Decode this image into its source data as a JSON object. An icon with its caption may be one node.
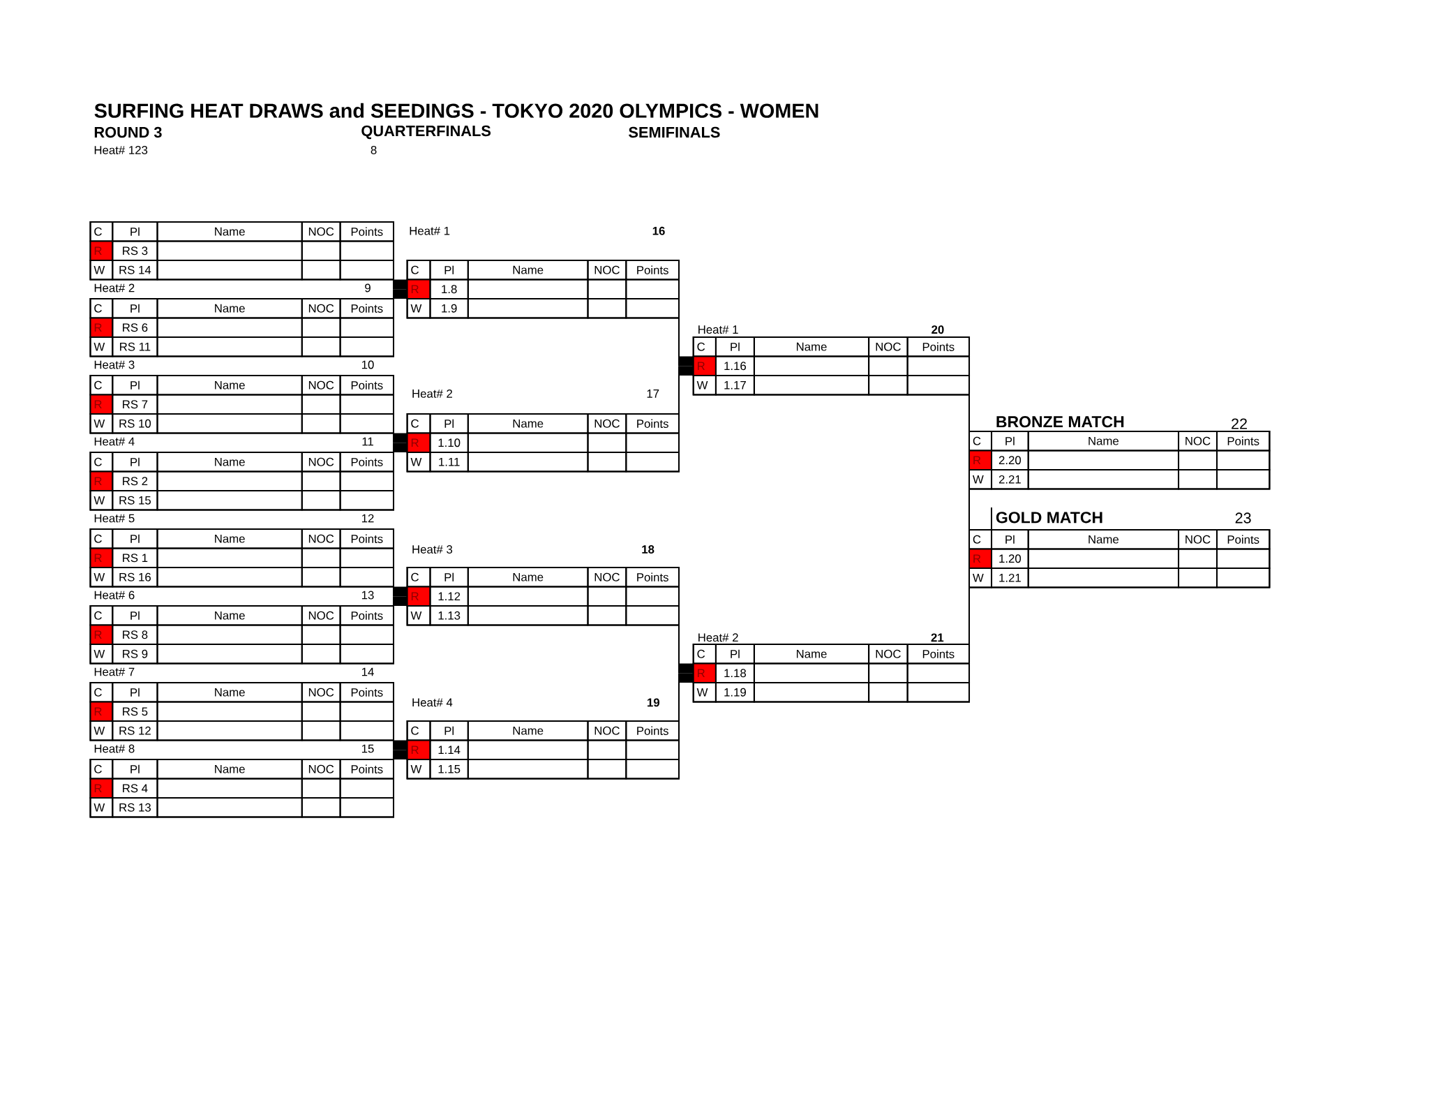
{
  "diagram": {
    "title": "SURFING HEAT DRAWS and SEEDINGS - TOKYO 2020 OLYMPICS - WOMEN",
    "nodes": [
      {
        "text": [
          "C",
          "Pl",
          "Name",
          "NOC",
          "Points",
          "R",
          "RS 3",
          "W",
          "RS 14"
        ]
      },
      {
        "text": [
          "Heat# 2",
          "9",
          "C",
          "Pl",
          "Name",
          "NOC",
          "Points",
          "R",
          "RS 6",
          "W",
          "RS 11"
        ]
      },
      {
        "text": [
          "Heat# 3",
          "10",
          "C",
          "Pl",
          "Name",
          "NOC",
          "Points",
          "R",
          "RS 7",
          "W",
          "RS 10"
        ]
      },
      {
        "text": [
          "Heat# 4",
          "11",
          "C",
          "Pl",
          "Name",
          "NOC",
          "Points",
          "R",
          "RS 2",
          "W",
          "RS 15"
        ]
      },
      {
        "text": [
          "Heat# 5",
          "12",
          "C",
          "Pl",
          "Name",
          "NOC",
          "Points",
          "R",
          "RS 1",
          "W",
          "RS 16"
        ]
      },
      {
        "text": [
          "Heat# 6",
          "13",
          "C",
          "Pl",
          "Name",
          "NOC",
          "Points",
          "R",
          "RS 8",
          "W",
          "RS 9"
        ]
      },
      {
        "text": [
          "Heat# 7",
          "14",
          "C",
          "Pl",
          "Name",
          "NOC",
          "Points",
          "R",
          "RS 5",
          "W",
          "RS 12"
        ]
      },
      {
        "text": [
          "Heat# 8",
          "15",
          "C",
          "Pl",
          "Name",
          "NOC",
          "Points",
          "R",
          "RS 4",
          "W",
          "RS 13"
        ]
      },
      {
        "text": [
          "Heat# 1",
          "16",
          "C",
          "Pl",
          "Name",
          "NOC",
          "Points",
          "R",
          "1.8",
          "W",
          "1.9"
        ]
      },
      {
        "text": [
          "Heat# 2",
          "17",
          "C",
          "Pl",
          "Name",
          "NOC",
          "Points",
          "R",
          "1.10",
          "W",
          "1.11"
        ]
      },
      {
        "text": [
          "Heat# 3",
          "18",
          "C",
          "Pl",
          "Name",
          "NOC",
          "Points",
          "R",
          "1.12",
          "W",
          "1.13"
        ]
      },
      {
        "text": [
          "Heat# 4",
          "19",
          "C",
          "Pl",
          "Name",
          "NOC",
          "Points",
          "R",
          "1.14",
          "W",
          "1.15"
        ]
      },
      {
        "text": [
          "Heat# 1",
          "20",
          "C",
          "Pl",
          "Name",
          "NOC",
          "Points",
          "R",
          "1.16",
          "W",
          "1.17"
        ]
      },
      {
        "text": [
          "Heat# 2",
          "21",
          "C",
          "Pl",
          "Name",
          "NOC",
          "Points",
          "R",
          "1.18",
          "W",
          "1.19"
        ]
      },
      {
        "text": [
          "BRONZE MATCH",
          "22",
          "C",
          "Pl",
          "Name",
          "NOC",
          "Points",
          "R",
          "2.20",
          "W",
          "2.21"
        ]
      },
      {
        "text": [
          "GOLD MATCH",
          "23",
          "C",
          "Pl",
          "Name",
          "NOC",
          "Points",
          "R",
          "1.20",
          "W",
          "1.21"
        ]
      }
    ],
    "edges": [
      {
        "from": 0,
        "to": 8,
        "arrow": "other"
      },
      {
        "from": 1,
        "to": 8,
        "arrow": "other"
      },
      {
        "from": 2,
        "to": 9,
        "arrow": "other"
      },
      {
        "from": 3,
        "to": 9,
        "arrow": "other"
      },
      {
        "from": 4,
        "to": 10,
        "arrow": "other"
      },
      {
        "from": 5,
        "to": 10,
        "arrow": "other"
      },
      {
        "from": 6,
        "to": 11,
        "arrow": "other"
      },
      {
        "from": 7,
        "to": 11,
        "arrow": "other"
      },
      {
        "from": 8,
        "to": 12,
        "arrow": "other"
      },
      {
        "from": 9,
        "to": 12,
        "arrow": "other"
      },
      {
        "from": 10,
        "to": 13,
        "arrow": "other"
      },
      {
        "from": 11,
        "to": 13,
        "arrow": "other"
      },
      {
        "from": 12,
        "to": 14,
        "arrow": "none"
      },
      {
        "from": 12,
        "to": 15,
        "arrow": "none"
      },
      {
        "from": 13,
        "to": 14,
        "arrow": "none"
      },
      {
        "from": 13,
        "to": 15,
        "arrow": "none"
      }
    ],
    "labels": [
      "ROUND 3",
      "QUARTERFINALS",
      "SEMIFINALS",
      "Heat# 123",
      "8"
    ]
  }
}
